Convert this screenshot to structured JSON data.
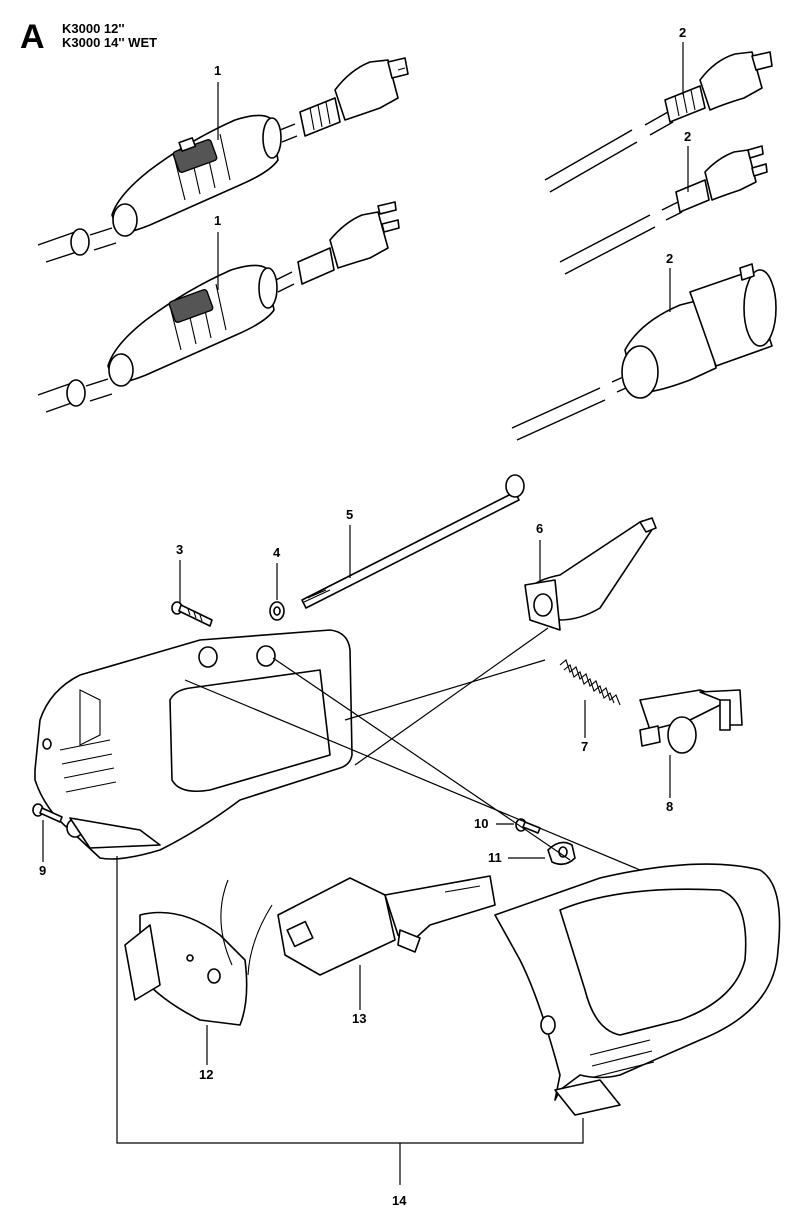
{
  "header": {
    "section_letter": "A",
    "models": [
      "K3000 12''",
      "K3000 14'' WET"
    ]
  },
  "callouts": [
    {
      "id": "c1a",
      "label": "1"
    },
    {
      "id": "c1b",
      "label": "1"
    },
    {
      "id": "c2a",
      "label": "2"
    },
    {
      "id": "c2b",
      "label": "2"
    },
    {
      "id": "c2c",
      "label": "2"
    },
    {
      "id": "c3",
      "label": "3"
    },
    {
      "id": "c4",
      "label": "4"
    },
    {
      "id": "c5",
      "label": "5"
    },
    {
      "id": "c6",
      "label": "6"
    },
    {
      "id": "c7",
      "label": "7"
    },
    {
      "id": "c8",
      "label": "8"
    },
    {
      "id": "c9",
      "label": "9"
    },
    {
      "id": "c10",
      "label": "10"
    },
    {
      "id": "c11",
      "label": "11"
    },
    {
      "id": "c12",
      "label": "12"
    },
    {
      "id": "c13",
      "label": "13"
    },
    {
      "id": "c14",
      "label": "14"
    }
  ]
}
